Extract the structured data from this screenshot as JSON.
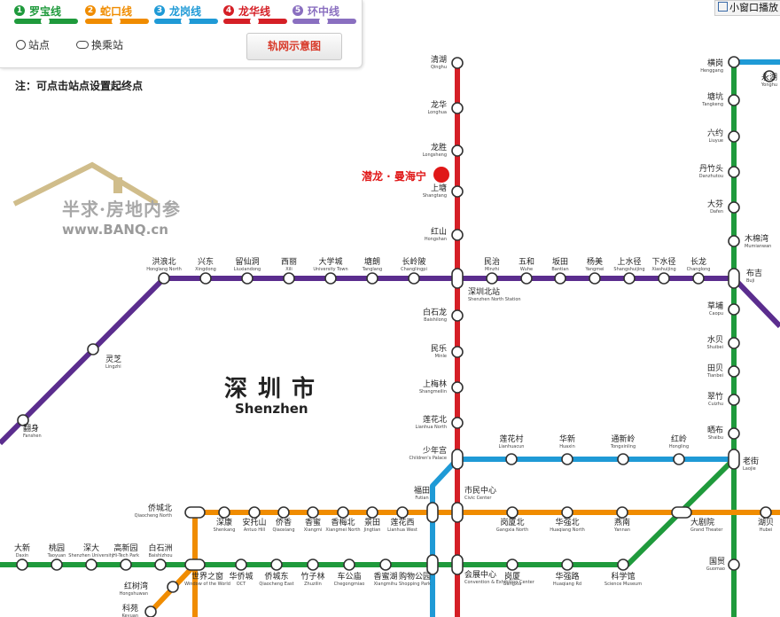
{
  "legend": {
    "lines": [
      {
        "num": "1",
        "name": "罗宝线",
        "color": "#1f9a3c"
      },
      {
        "num": "2",
        "name": "蛇口线",
        "color": "#f08c00"
      },
      {
        "num": "3",
        "name": "龙岗线",
        "color": "#1f9ad6"
      },
      {
        "num": "4",
        "name": "龙华线",
        "color": "#d51f26"
      },
      {
        "num": "5",
        "name": "环中线",
        "color": "#8a6fc0"
      }
    ],
    "station_symbol": "站点",
    "transfer_symbol": "换乘站",
    "overview_button": "轨网示意图"
  },
  "note": "注：可点击站点设置起终点",
  "small_window_button": "小窗口播放",
  "city": {
    "cn": "深圳市",
    "en": "Shenzhen"
  },
  "watermark": {
    "cn": "半求·房地内参",
    "url": "www.BANQ.cn"
  },
  "current_station": "潜龙 · 曼海宁",
  "lines_render": {
    "line1": "#1f9a3c",
    "line2": "#f08c00",
    "line3": "#1f9ad6",
    "line4": "#d51f26",
    "line5": "#5b2d8e"
  },
  "stations": [
    {
      "id": "qinghu",
      "cn": "清湖",
      "en": "Qinghu"
    },
    {
      "id": "longhua",
      "cn": "龙华",
      "en": "Longhua"
    },
    {
      "id": "longsheng",
      "cn": "龙胜",
      "en": "Longsheng"
    },
    {
      "id": "shangtang",
      "cn": "上塘",
      "en": "Shangtang"
    },
    {
      "id": "hongshan",
      "cn": "红山",
      "en": "Hongshan"
    },
    {
      "id": "shenzhenbei",
      "cn": "深圳北站",
      "en": "Shenzhen North Station"
    },
    {
      "id": "baishilong",
      "cn": "白石龙",
      "en": "Baishilong"
    },
    {
      "id": "minle",
      "cn": "民乐",
      "en": "Minle"
    },
    {
      "id": "shangmeilin",
      "cn": "上梅林",
      "en": "Shangmeilin"
    },
    {
      "id": "lianhuabei",
      "cn": "莲花北",
      "en": "Lianhua North"
    },
    {
      "id": "shaoniangong",
      "cn": "少年宫",
      "en": "Children's Palace"
    },
    {
      "id": "shiminzhongxin",
      "cn": "市民中心",
      "en": "Civic Center"
    },
    {
      "id": "huizhanzhongxin",
      "cn": "会展中心",
      "en": "Convention & Exhibition Center"
    },
    {
      "id": "honglangbei",
      "cn": "洪浪北",
      "en": "Honglang North"
    },
    {
      "id": "xingdong",
      "cn": "兴东",
      "en": "Xingdong"
    },
    {
      "id": "liuxiandong",
      "cn": "留仙洞",
      "en": "Liuxiandong"
    },
    {
      "id": "xili",
      "cn": "西丽",
      "en": "Xili"
    },
    {
      "id": "daxuecheng",
      "cn": "大学城",
      "en": "University Town"
    },
    {
      "id": "tanglang",
      "cn": "塘朗",
      "en": "Tanglang"
    },
    {
      "id": "changlingpi",
      "cn": "长岭陂",
      "en": "Changlingpi"
    },
    {
      "id": "minzhi",
      "cn": "民治",
      "en": "Minzhi"
    },
    {
      "id": "wuhe",
      "cn": "五和",
      "en": "Wuhe"
    },
    {
      "id": "bantian",
      "cn": "坂田",
      "en": "Bantian"
    },
    {
      "id": "yangmei",
      "cn": "杨美",
      "en": "Yangmei"
    },
    {
      "id": "shangshuijing",
      "cn": "上水径",
      "en": "Shangshuijing"
    },
    {
      "id": "xiashuijing",
      "cn": "下水径",
      "en": "Xiashuijing"
    },
    {
      "id": "changlong",
      "cn": "长龙",
      "en": "Changlong"
    },
    {
      "id": "buji",
      "cn": "布吉",
      "en": "Buji"
    },
    {
      "id": "lingzhi",
      "cn": "灵芝",
      "en": "Lingzhi"
    },
    {
      "id": "fanshen",
      "cn": "翻身",
      "en": "Fanshen"
    },
    {
      "id": "henggang",
      "cn": "横岗",
      "en": "Henggang"
    },
    {
      "id": "yonghu",
      "cn": "永湖",
      "en": "Yonghu"
    },
    {
      "id": "tangkeng",
      "cn": "塘坑",
      "en": "Tangkeng"
    },
    {
      "id": "liuyue",
      "cn": "六约",
      "en": "Liuyue"
    },
    {
      "id": "danzhutou",
      "cn": "丹竹头",
      "en": "Danzhutou"
    },
    {
      "id": "dafen",
      "cn": "大芬",
      "en": "Dafen"
    },
    {
      "id": "mumianwan",
      "cn": "木棉湾",
      "en": "Mumianwan"
    },
    {
      "id": "caopu",
      "cn": "草埔",
      "en": "Caopu"
    },
    {
      "id": "shuibei",
      "cn": "水贝",
      "en": "Shuibei"
    },
    {
      "id": "tianbei",
      "cn": "田贝",
      "en": "Tianbei"
    },
    {
      "id": "cuizhu",
      "cn": "翠竹",
      "en": "Cuizhu"
    },
    {
      "id": "shaibu",
      "cn": "晒布",
      "en": "Shaibu"
    },
    {
      "id": "laojie",
      "cn": "老街",
      "en": "Laojie"
    },
    {
      "id": "lianhuacun",
      "cn": "莲花村",
      "en": "Lianhuacun"
    },
    {
      "id": "huaxin",
      "cn": "华新",
      "en": "Huaxin"
    },
    {
      "id": "tongxinling",
      "cn": "通新岭",
      "en": "Tongxinling"
    },
    {
      "id": "hongling",
      "cn": "红岭",
      "en": "Hongling"
    },
    {
      "id": "futian",
      "cn": "福田",
      "en": "Futian"
    },
    {
      "id": "gouwugongyuan",
      "cn": "购物公园",
      "en": "Shopping Park"
    },
    {
      "id": "qiaochengbei",
      "cn": "侨城北",
      "en": "Qiaocheng North"
    },
    {
      "id": "shenkang",
      "cn": "深康",
      "en": "Shenkang"
    },
    {
      "id": "antuoshan",
      "cn": "安托山",
      "en": "Antuo Hill"
    },
    {
      "id": "qiaoxiang",
      "cn": "侨香",
      "en": "Qiaoxiang"
    },
    {
      "id": "xiangmi",
      "cn": "香蜜",
      "en": "Xiangmi"
    },
    {
      "id": "xiangmeibei",
      "cn": "香梅北",
      "en": "Xiangmei North"
    },
    {
      "id": "jingtian",
      "cn": "景田",
      "en": "Jingtian"
    },
    {
      "id": "lianhuaxi",
      "cn": "莲花西",
      "en": "Lianhua West"
    },
    {
      "id": "gangxiabei",
      "cn": "岗厦北",
      "en": "Gangxia North"
    },
    {
      "id": "huaqiangbei",
      "cn": "华强北",
      "en": "Huaqiang North"
    },
    {
      "id": "yannan",
      "cn": "燕南",
      "en": "Yannan"
    },
    {
      "id": "dajuyuan",
      "cn": "大剧院",
      "en": "Grand Theater"
    },
    {
      "id": "hubei",
      "cn": "湖贝",
      "en": "Hubei"
    },
    {
      "id": "daxin",
      "cn": "大新",
      "en": "Daxin"
    },
    {
      "id": "taoyuan",
      "cn": "桃园",
      "en": "Taoyuan"
    },
    {
      "id": "shenda",
      "cn": "深大",
      "en": "Shenzhen University"
    },
    {
      "id": "gaoxinyuan",
      "cn": "高新园",
      "en": "Hi-Tech Park"
    },
    {
      "id": "baishizhou",
      "cn": "白石洲",
      "en": "Baishizhou"
    },
    {
      "id": "shijiezhichuang",
      "cn": "世界之窗",
      "en": "Window of the World"
    },
    {
      "id": "huaqiaocheng",
      "cn": "华侨城",
      "en": "OCT"
    },
    {
      "id": "qiaochengdong",
      "cn": "侨城东",
      "en": "Qiaocheng East"
    },
    {
      "id": "zhuzilin",
      "cn": "竹子林",
      "en": "Zhuzilin"
    },
    {
      "id": "chegongmiao",
      "cn": "车公庙",
      "en": "Chegongmiao"
    },
    {
      "id": "xiangmihu",
      "cn": "香蜜湖",
      "en": "Xiangmihu"
    },
    {
      "id": "gangxia",
      "cn": "岗厦",
      "en": "Gangxia"
    },
    {
      "id": "huaqianglu",
      "cn": "华强路",
      "en": "Huaqiang Rd"
    },
    {
      "id": "kexueguan",
      "cn": "科学馆",
      "en": "Science Museum"
    },
    {
      "id": "guomao",
      "cn": "国贸",
      "en": "Guomao"
    },
    {
      "id": "hongshuwan",
      "cn": "红树湾",
      "en": "Hongshuwan"
    },
    {
      "id": "keyuan",
      "cn": "科苑",
      "en": "Keyuan"
    }
  ]
}
